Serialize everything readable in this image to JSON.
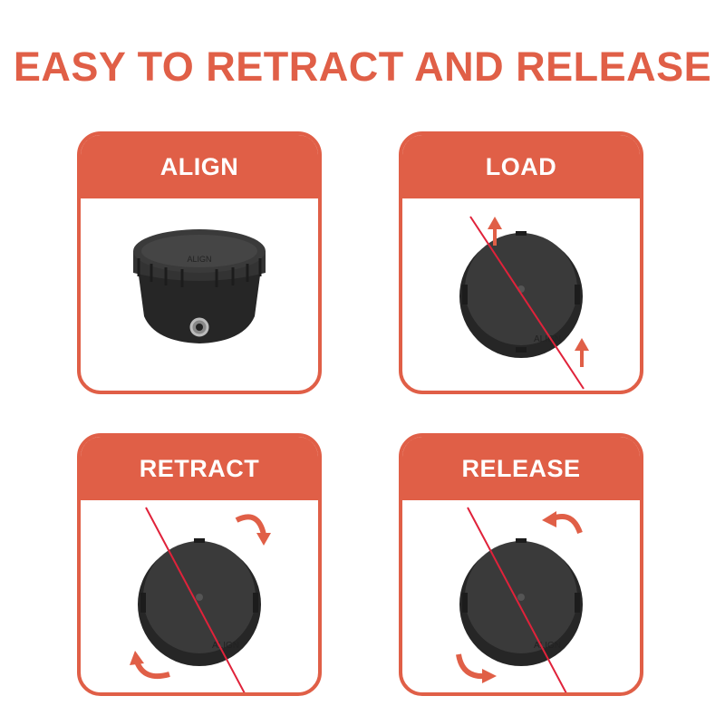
{
  "title": "EASY TO RETRACT AND RELEASE",
  "colors": {
    "accent": "#e05f47",
    "title": "#e05f47",
    "head_text": "#ffffff",
    "body_bg": "#ffffff",
    "spool": "#2b2b2b",
    "line": "#e0223a"
  },
  "cards": [
    {
      "label": "ALIGN",
      "spool_text": "ALIGN",
      "icon": "spool-side-view"
    },
    {
      "label": "LOAD",
      "spool_text": "ALIGN",
      "icon": "spool-top-view-with-arrows"
    },
    {
      "label": "RETRACT",
      "spool_text": "ALIGN",
      "icon": "spool-top-view-with-rotate-arrows"
    },
    {
      "label": "RELEASE",
      "spool_text": "ALIGN",
      "icon": "spool-top-view-with-reverse-rotate-arrows"
    }
  ]
}
